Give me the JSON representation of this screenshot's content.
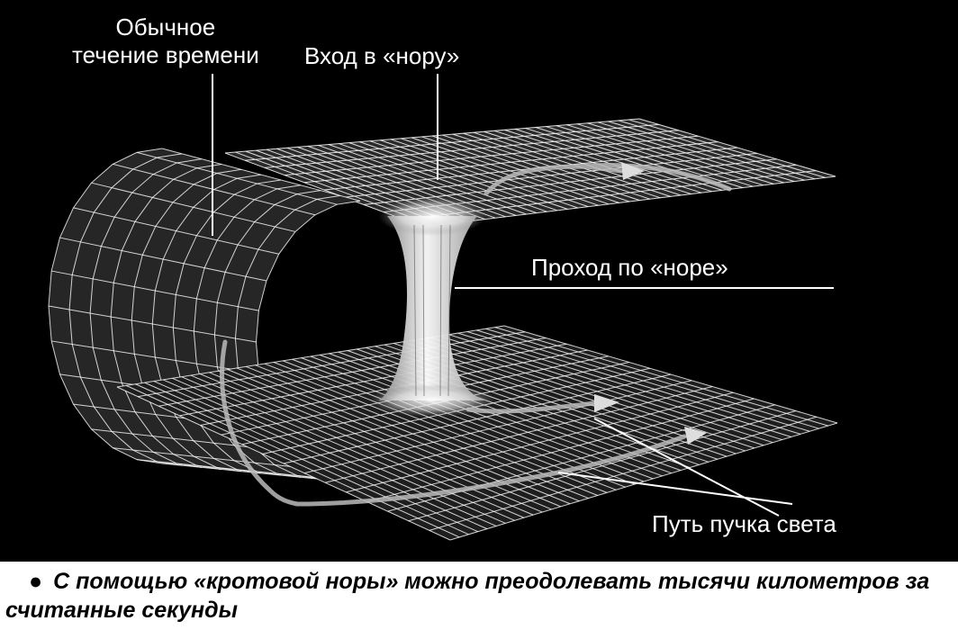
{
  "labels": {
    "normal_time_line1": "Обычное",
    "normal_time_line2": "течение времени",
    "entry": "Вход в «нору»",
    "passage": "Проход по «норе»",
    "light_path": "Путь пучка света"
  },
  "caption": {
    "bullet": "●",
    "text": "С помощью «кротовой норы» можно преодолевать тысячи километров за считанные секунды"
  },
  "colors": {
    "background": "#000000",
    "grid": "#ffffff",
    "caption_bg": "#ffffff",
    "caption_text": "#000000"
  }
}
